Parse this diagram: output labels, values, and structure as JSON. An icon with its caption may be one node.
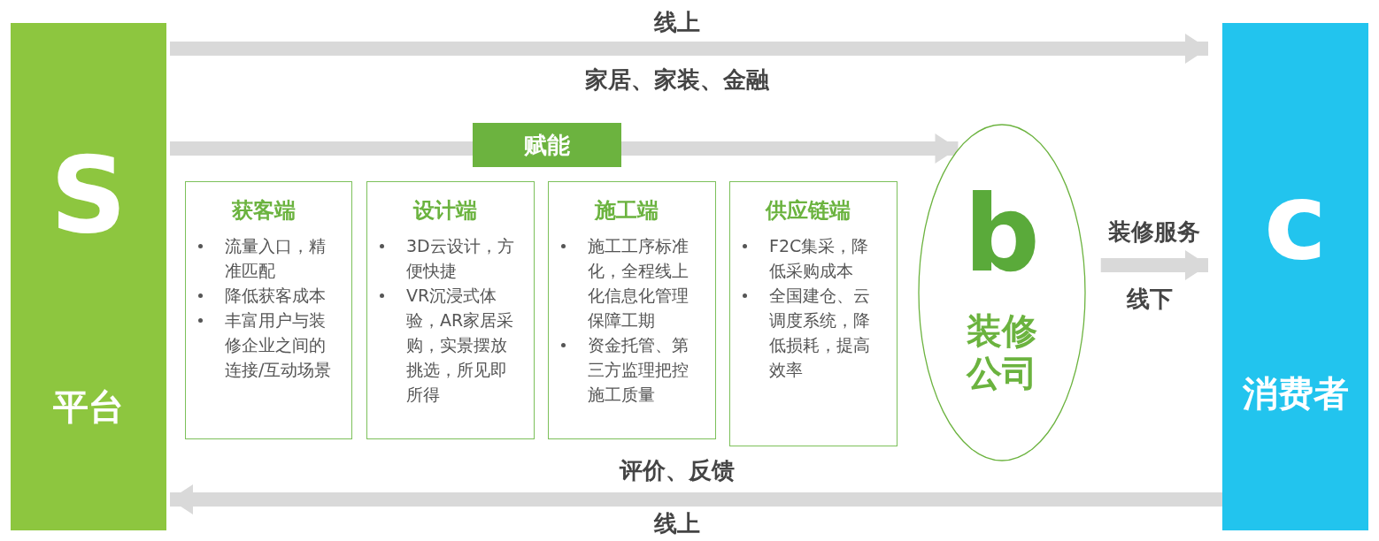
{
  "diagram": {
    "nodes": [
      {
        "text": [
          "S",
          "平台"
        ]
      },
      {
        "text": [
          "获客端",
          "流量入口，精准匹配",
          "降低获客成本",
          "丰富用户与装修企业之间的连接/互动场景"
        ]
      },
      {
        "text": [
          "设计端",
          "3D云设计，方便快捷",
          "VR沉浸式体验，AR家居采购，实景摆放挑选，所见即所得"
        ]
      },
      {
        "text": [
          "施工端",
          "施工工序标准化，全程线上化信息化管理保障工期",
          "资金托管、第三方监理把控施工质量"
        ]
      },
      {
        "text": [
          "供应链端",
          "F2C集采，降低采购成本",
          "全国建仓、云调度系统，降低损耗，提高效率"
        ]
      },
      {
        "text": [
          "b",
          "装修公司"
        ]
      },
      {
        "text": [
          "c",
          "消费者"
        ]
      }
    ],
    "edges": [
      {
        "from": 0,
        "to": 6,
        "arrow": "to",
        "label": "线上"
      },
      {
        "from": 0,
        "to": 5,
        "arrow": "to",
        "label": "赋能"
      },
      {
        "from": 5,
        "to": 6,
        "arrow": "to",
        "label": "装修服务"
      },
      {
        "from": 6,
        "to": 0,
        "arrow": "to",
        "label": "评价、反馈"
      }
    ],
    "labels": [
      "家居、家装、金融",
      "线下",
      "线上"
    ]
  }
}
